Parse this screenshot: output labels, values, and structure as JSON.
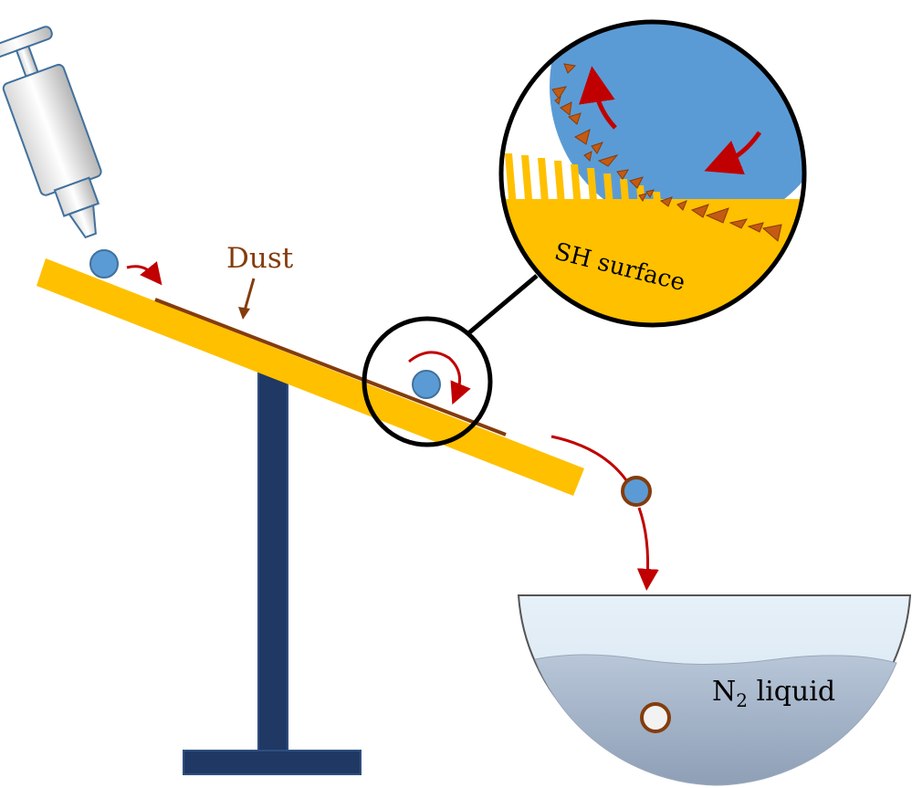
{
  "labels": {
    "dust": "Dust",
    "sh_surface": "SH surface",
    "n2_prefix": "N",
    "n2_sub": "2",
    "n2_suffix": " liquid"
  },
  "colors": {
    "plank": "#FFC000",
    "dust_layer": "#843C0C",
    "stand": "#1F3864",
    "droplet": "#5B9BD5",
    "droplet_outline": "#41719C",
    "arrow": "#C00000",
    "dust_label": "#843C0C",
    "particle": "#C55A11",
    "dish_top": "#E6F0F8",
    "dish_liquid": "#A9B8CC",
    "frozen_ring": "#843C0C"
  }
}
